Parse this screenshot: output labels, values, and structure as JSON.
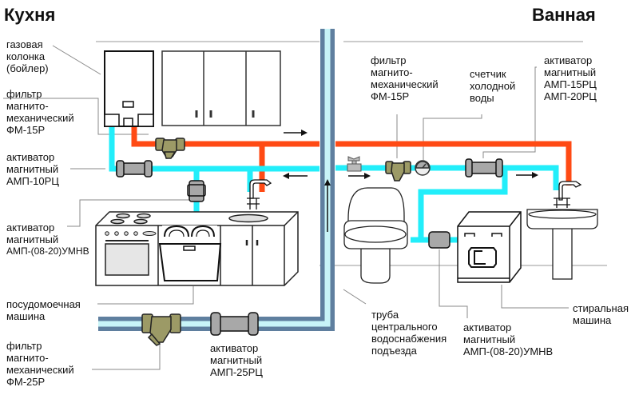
{
  "titles": {
    "kitchen": "Кухня",
    "bathroom": "Ванная"
  },
  "colors": {
    "hot_pipe": "#ff4a14",
    "cold_pipe": "#22eefa",
    "riser_outer": "#5f7f9f",
    "riser_inner": "#c8f4f8",
    "filter": "#9c9a66",
    "activator": "#a8a8a8"
  },
  "labels": {
    "gas_boiler": [
      "газовая",
      "колонка",
      "(бойлер)"
    ],
    "kitchen_filter": [
      "фильтр",
      "магнито-",
      "механический",
      "ФМ-15Р"
    ],
    "kitchen_activator_10": [
      "активатор",
      "магнитный",
      "АМП-10РЦ"
    ],
    "kitchen_activator_umnv": [
      "активатор",
      "магнитный",
      "АМП-(08-20)УМНВ"
    ],
    "dishwasher": [
      "посудомоечная",
      "машина"
    ],
    "main_filter": [
      "фильтр",
      "магнито-",
      "механический",
      "ФМ-25Р"
    ],
    "main_activator": [
      "активатор",
      "магнитный",
      "АМП-25РЦ"
    ],
    "riser_pipe": [
      "труба",
      "центрального",
      "водоснабжения",
      "подъезда"
    ],
    "bath_filter": [
      "фильтр",
      "магнито-",
      "механический",
      "ФМ-15Р"
    ],
    "water_meter": [
      "счетчик",
      "холодной",
      "воды"
    ],
    "bath_activator": [
      "активатор",
      "магнитный",
      "АМП-15РЦ",
      "АМП-20РЦ"
    ],
    "bath_activator_umnv": [
      "активатор",
      "магнитный",
      "АМП-(08-20)УМНВ"
    ],
    "washing_machine": [
      "стиральная",
      "машина"
    ]
  }
}
